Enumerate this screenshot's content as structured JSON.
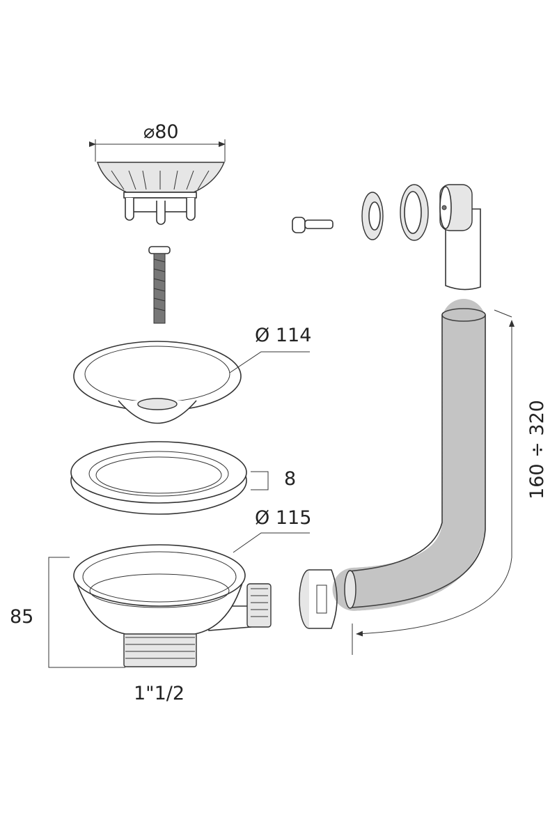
{
  "title": "Sink strainer waste kit with flexible hose",
  "dimensions": {
    "strainer_diameter": "⌀80",
    "flange_diameter": "Ø 114",
    "gasket_thickness": "8",
    "body_diameter": "Ø 115",
    "body_height": "85",
    "thread_size": "1\"1/2",
    "hose_length": "160 ÷ 320"
  },
  "colors": {
    "line": "#333333",
    "background": "#ffffff"
  }
}
